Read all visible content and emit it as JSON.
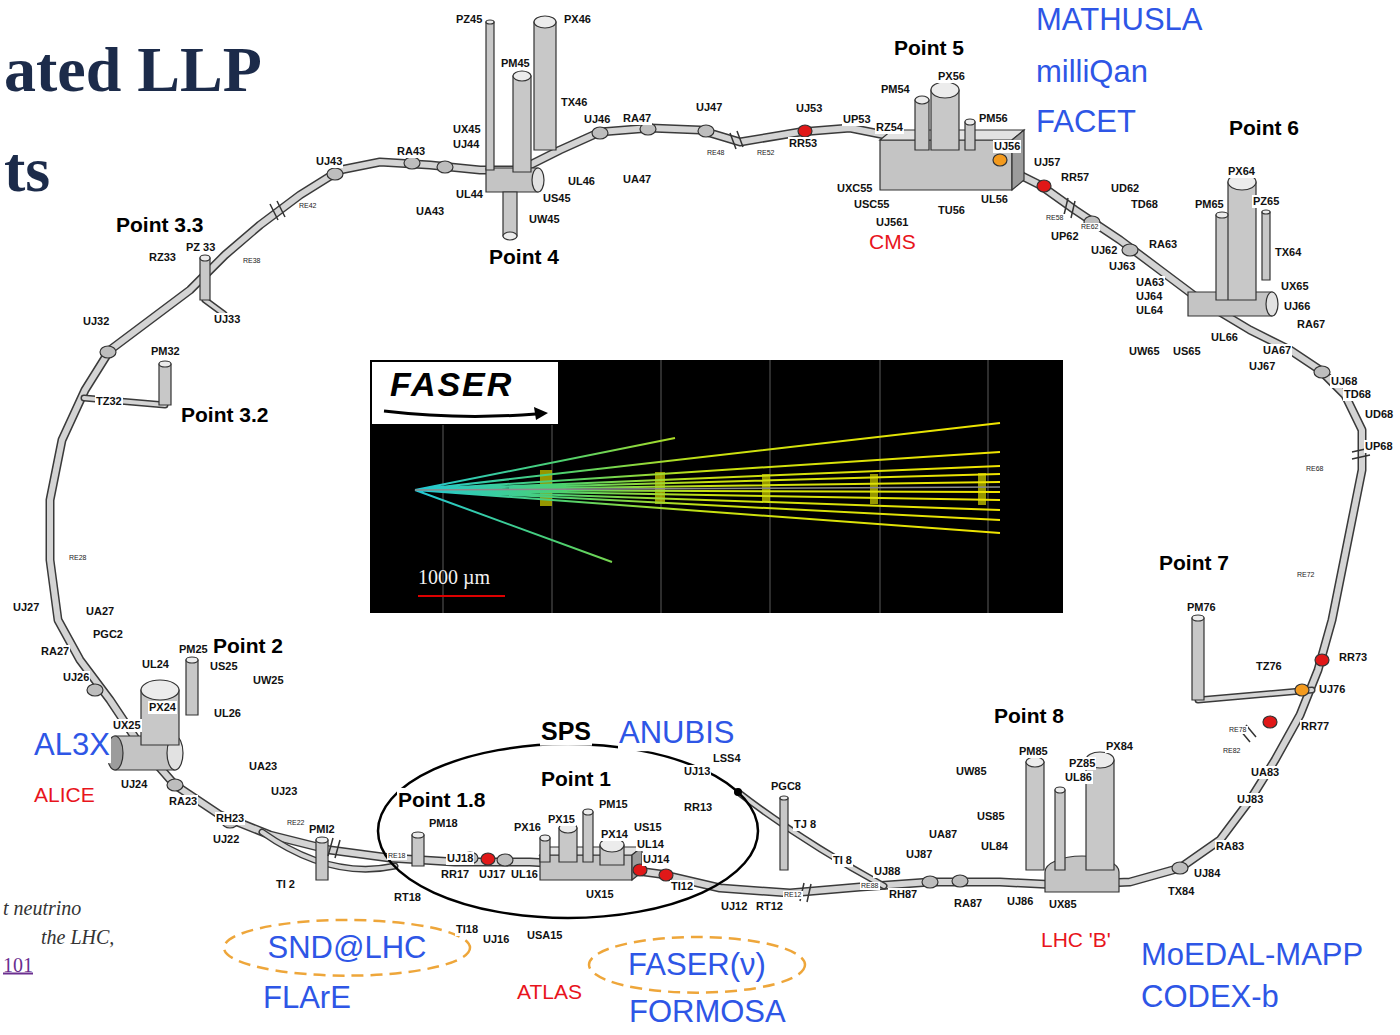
{
  "diagram": {
    "title": "ated LLP ts",
    "nodes": [
      {
        "text": [
          "FASER",
          "1000 µm"
        ]
      },
      {
        "text": [
          "SND@LHC"
        ]
      },
      {
        "text": [
          "FASER(ν)"
        ]
      }
    ],
    "labels": [
      "PZ45",
      "PX46",
      "PM45",
      "TX46",
      "UJ46",
      "RA47",
      "UJ47",
      "RE48",
      "RE52",
      "UX45",
      "UJ44",
      "RA43",
      "UL44",
      "UL46",
      "UA47",
      "US45",
      "UW45",
      "UJ43",
      "UA43",
      "RE42",
      "Point 4",
      "Point 5",
      "PM54",
      "PX56",
      "PM56",
      "UJ53",
      "UP53",
      "RZ54",
      "RR53",
      "UXC55",
      "USC55",
      "UJ561",
      "UJ56",
      "UL56",
      "TU56",
      "UJ57",
      "RR57",
      "CMS",
      "MATHUSLA",
      "milliQan",
      "FACET",
      "Point 6",
      "UD62",
      "TD68",
      "RE58",
      "RE62",
      "UP62",
      "UJ62",
      "UJ63",
      "RA63",
      "UA63",
      "UJ64",
      "UL64",
      "PX64",
      "PM65",
      "PZ65",
      "TX64",
      "UX65",
      "UJ66",
      "RA67",
      "UW65",
      "US65",
      "UL66",
      "UA67",
      "UJ67",
      "UJ68",
      "TD68",
      "UD68",
      "UP68",
      "RE68",
      "Point 7",
      "RE72",
      "PM76",
      "TZ76",
      "RR73",
      "UJ76",
      "RR77",
      "RE78",
      "RE82",
      "UA83",
      "UJ83",
      "RA83",
      "UJ84",
      "TX84",
      "Point 8",
      "PM85",
      "PX84",
      "PZ85",
      "UL86",
      "UW85",
      "US85",
      "UL84",
      "UA87",
      "UJ87",
      "UJ88",
      "RE88",
      "RH87",
      "RA87",
      "UJ86",
      "UX85",
      "LHC 'B'",
      "MoEDAL-MAPP",
      "CODEX-b",
      "SPS",
      "ANUBIS",
      "Point 1",
      "Point 1.8",
      "PM15",
      "PM18",
      "PX16",
      "PX15",
      "PX14",
      "LSS4",
      "PGC8",
      "UJ13",
      "RR13",
      "US15",
      "UL14",
      "UJ14",
      "UJ18",
      "RR17",
      "UJ17",
      "UL16",
      "UX15",
      "TI12",
      "UJ12",
      "RT12",
      "TJ 8",
      "TI 8",
      "RE12",
      "RE18",
      "RT18",
      "TI18",
      "UJ16",
      "USA15",
      "ATLAS",
      "PMI2",
      "TI 2",
      "UJ22",
      "RE22",
      "RH23",
      "RA23",
      "UJ23",
      "UA23",
      "UJ24",
      "UX25",
      "PX24",
      "UL26",
      "UW25",
      "US25",
      "UL24",
      "PM25",
      "Point 2",
      "UJ26",
      "RA27",
      "UJ27",
      "UA27",
      "PGC2",
      "RE28",
      "AL3X",
      "ALICE",
      "UJ32",
      "PM32",
      "TZ32",
      "Point 3.2",
      "Point 3.3",
      "RZ33",
      "PZ 33",
      "RE38",
      "UJ33",
      "FLArE",
      "FORMOSA",
      "t neutrino",
      "the LHC,",
      "101"
    ]
  }
}
